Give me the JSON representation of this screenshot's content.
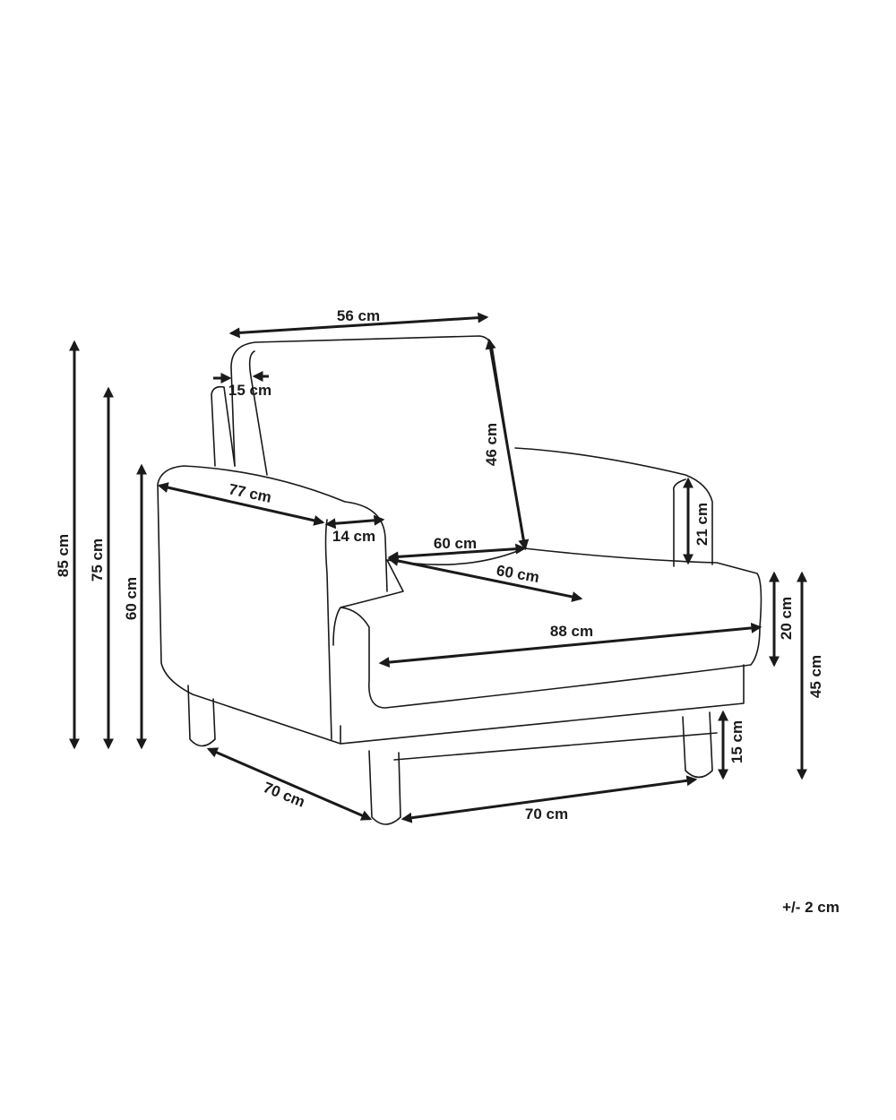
{
  "dimensions": {
    "backrest_width": "56 cm",
    "backrest_thickness": "15 cm",
    "backrest_height": "46 cm",
    "armrest_length": "77 cm",
    "armrest_width": "14 cm",
    "seat_width": "60 cm",
    "seat_depth": "60 cm",
    "total_width": "88 cm",
    "armrest_height_above_seat": "21 cm",
    "seat_cushion_height": "20 cm",
    "seat_height": "45 cm",
    "leg_height": "15 cm",
    "base_depth": "70 cm",
    "base_width": "70 cm",
    "total_height": "85 cm",
    "back_height": "75 cm",
    "arm_height": "60 cm"
  },
  "tolerance": "+/- 2 cm",
  "colors": {
    "line": "#1a1a1a",
    "background": "#ffffff"
  }
}
